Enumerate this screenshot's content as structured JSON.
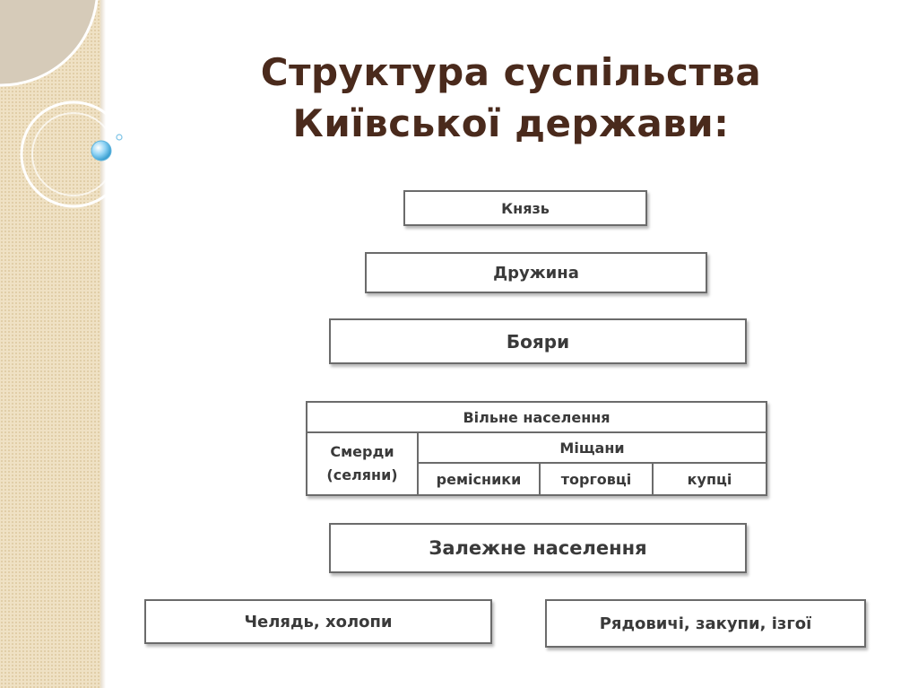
{
  "title": {
    "line1": "Структура суспільства",
    "line2": "Київської держави:"
  },
  "diagram": {
    "prince": "Князь",
    "retinue": "Дружина",
    "boyars": "Бояри",
    "free_population": {
      "header": "Вільне населення",
      "smerdy": "Смерди (селяни)",
      "townspeople": "Міщани",
      "artisans": "ремісники",
      "traders": "торговці",
      "merchants": "купці"
    },
    "dependent_population": "Залежне населення",
    "servants": "Челядь, холопи",
    "ryadovychi": "Рядовичі, закупи, ізгої"
  },
  "colors": {
    "title": "#4a2a1c",
    "sidebar": "#efe1c4",
    "border": "#6b6b6b",
    "orb": "#8fd3f5"
  }
}
